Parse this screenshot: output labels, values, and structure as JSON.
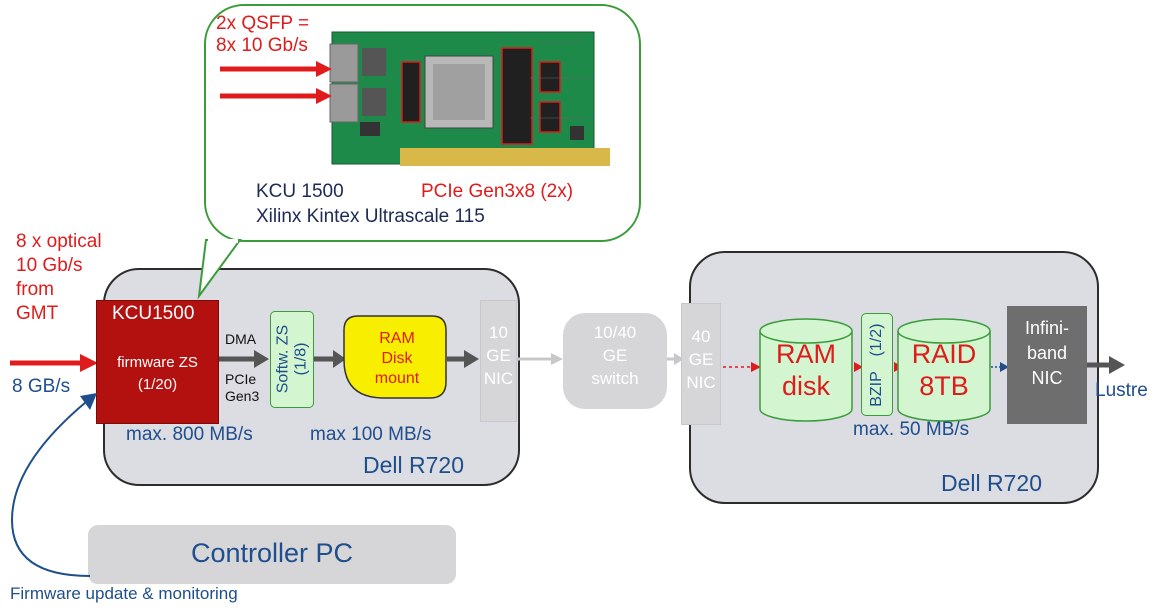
{
  "colors": {
    "red": "#e01b1b",
    "blue": "#1f4e8c",
    "dark_red": "#b3110f",
    "green_fill": "#d3f5cf",
    "green_border": "#3a9c3a",
    "yellow": "#f8ee00",
    "server_gray": "#dcdce3",
    "nic_gray": "#d6d6d9",
    "dark_gray": "#6e6e6e"
  },
  "callout": {
    "qsfp": [
      "2x QSFP =",
      "8x 10 Gb/s"
    ],
    "board_name": "KCU 1500",
    "board_desc": "Xilinx Kintex Ultrascale 115",
    "pcie": "PCIe Gen3x8 (2x)"
  },
  "input": {
    "optical": [
      "8 x optical",
      "10 Gb/s",
      "from",
      "GMT"
    ],
    "rate": "8 GB/s"
  },
  "server1": {
    "label": "Dell R720",
    "kcu": {
      "title": "KCU1500",
      "firmware": "firmware ZS",
      "ratio": "(1/20)"
    },
    "dma": "DMA",
    "pcie": [
      "PCIe",
      "Gen3"
    ],
    "softzs": "Softw. ZS",
    "softzs_ratio": "(1/8)",
    "ramdisk": [
      "RAM",
      "Disk",
      "mount"
    ],
    "nic": [
      "10",
      "GE",
      "NIC"
    ],
    "max1": "max. 800 MB/s",
    "max2": "max 100 MB/s"
  },
  "switch": [
    "10/40",
    "GE",
    "switch"
  ],
  "server2": {
    "label": "Dell R720",
    "nic": [
      "40",
      "GE",
      "NIC"
    ],
    "ramdisk": [
      "RAM",
      "disk"
    ],
    "bzip": "BZIP",
    "bzip_ratio": "(1/2)",
    "raid": [
      "RAID",
      "8TB"
    ],
    "ib": [
      "Infini-",
      "band",
      "NIC"
    ],
    "max": "max. 50 MB/s",
    "lustre": "Lustre"
  },
  "controller": {
    "label": "Controller PC",
    "caption": "Firmware update & monitoring"
  }
}
